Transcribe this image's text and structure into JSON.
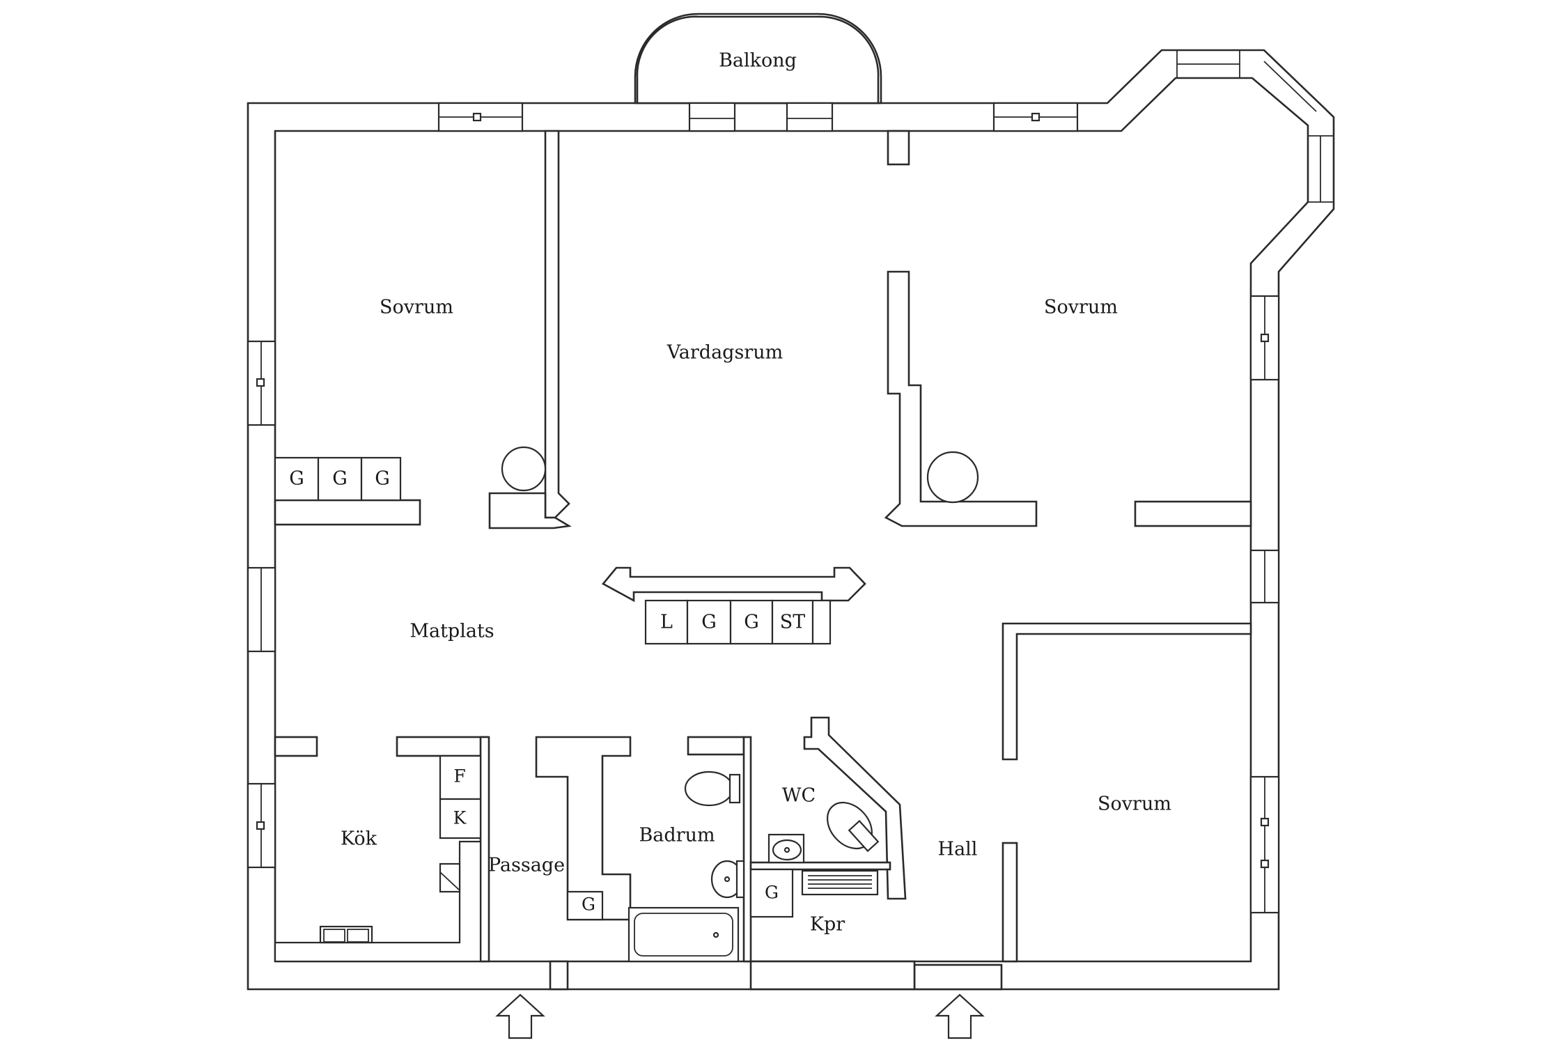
{
  "rooms": {
    "balkong": "Balkong",
    "sovrum_nw": "Sovrum",
    "vardagsrum": "Vardagsrum",
    "sovrum_ne": "Sovrum",
    "matplats": "Matplats",
    "sovrum_se": "Sovrum",
    "kok": "Kök",
    "passage": "Passage",
    "badrum": "Badrum",
    "wc": "WC",
    "hall": "Hall",
    "kpr": "Kpr"
  },
  "storage": {
    "wardrobe_1": "G",
    "wardrobe_2": "G",
    "wardrobe_3": "G",
    "center_l": "L",
    "center_g1": "G",
    "center_g2": "G",
    "center_st": "ST",
    "fridge": "F",
    "freezer": "K",
    "passage_g": "G",
    "kpr_g": "G"
  }
}
